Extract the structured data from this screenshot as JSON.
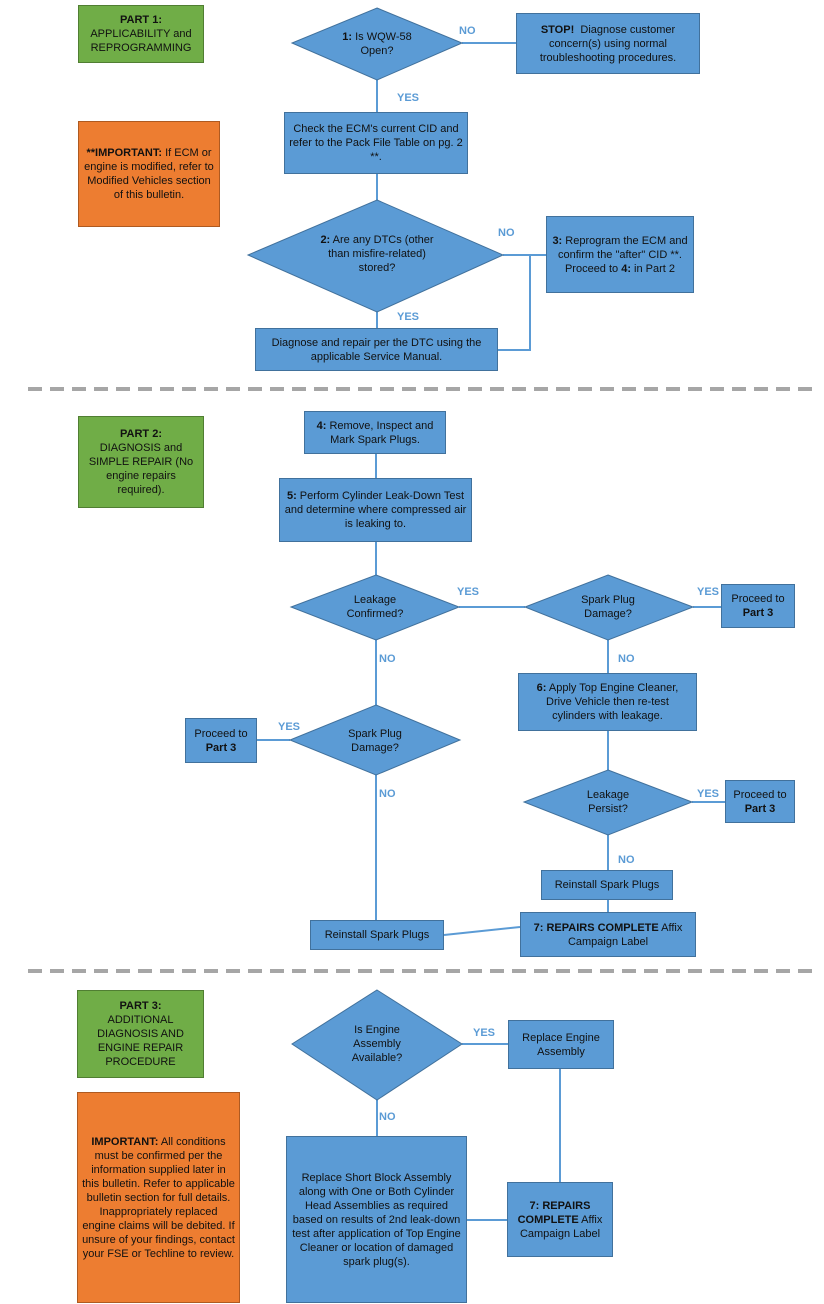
{
  "colors": {
    "process": "#5b9bd5",
    "part": "#70ad47",
    "note": "#ed7d31",
    "separator": "#a6a6a6"
  },
  "labels": {
    "yes": "YES",
    "no": "NO"
  },
  "part1": {
    "header": {
      "title": "PART 1:",
      "body": "APPLICABILITY and REPROGRAMMING"
    },
    "important": {
      "title": "**IMPORTANT:",
      "body": "If ECM or engine is modified, refer to Modified Vehicles section of this bulletin."
    },
    "d1": {
      "num": "1:",
      "text": "Is WQW-58 Open?"
    },
    "stop": {
      "title": "STOP!",
      "text": "Diagnose customer concern(s) using normal troubleshooting procedures."
    },
    "check": "Check the ECM's current CID and refer to the Pack File Table on pg. 2 **.",
    "d2": {
      "num": "2:",
      "text": "Are any DTCs (other than misfire-related) stored?"
    },
    "step3": {
      "num": "3:",
      "text": "Reprogram the ECM and confirm the \"after\" CID **. Proceed to ",
      "ref": "4:",
      "tail": " in Part 2"
    },
    "diagnose": "Diagnose and repair per the DTC using the applicable Service Manual."
  },
  "part2": {
    "header": {
      "title": "PART 2:",
      "body": "DIAGNOSIS and SIMPLE REPAIR (No engine repairs required)."
    },
    "step4": {
      "num": "4:",
      "text": "Remove, Inspect and Mark Spark Plugs."
    },
    "step5": {
      "num": "5:",
      "text": "Perform Cylinder Leak-Down Test and determine where compressed air is leaking to."
    },
    "leak_confirmed": "Leakage Confirmed?",
    "spark_damage": "Spark Plug Damage?",
    "proceed": {
      "text": "Proceed to ",
      "ref": "Part 3"
    },
    "step6": {
      "num": "6:",
      "text": "Apply Top Engine Cleaner, Drive Vehicle then re-test cylinders with leakage."
    },
    "leak_persist": "Leakage Persist?",
    "reinstall": "Reinstall Spark Plugs",
    "step7": {
      "num": "7: REPAIRS COMPLETE",
      "text": " Affix Campaign Label"
    }
  },
  "part3": {
    "header": {
      "title": "PART 3:",
      "body": "ADDITIONAL DIAGNOSIS AND ENGINE REPAIR PROCEDURE"
    },
    "important": {
      "title": "IMPORTANT:",
      "body": "All conditions must be confirmed per the information supplied later in this bulletin. Refer to applicable bulletin section for full details. Inappropriately replaced engine claims will be debited. If unsure of your findings, contact your FSE or Techline to review."
    },
    "engine_avail": "Is Engine Assembly Available?",
    "replace_engine": "Replace Engine Assembly",
    "replace_short": "Replace Short Block Assembly along with One or Both Cylinder Head Assemblies as required based on results of 2nd leak-down test after application of Top Engine Cleaner or location of damaged spark plug(s).",
    "step7": {
      "num": "7: REPAIRS COMPLETE",
      "text": " Affix Campaign Label"
    }
  }
}
